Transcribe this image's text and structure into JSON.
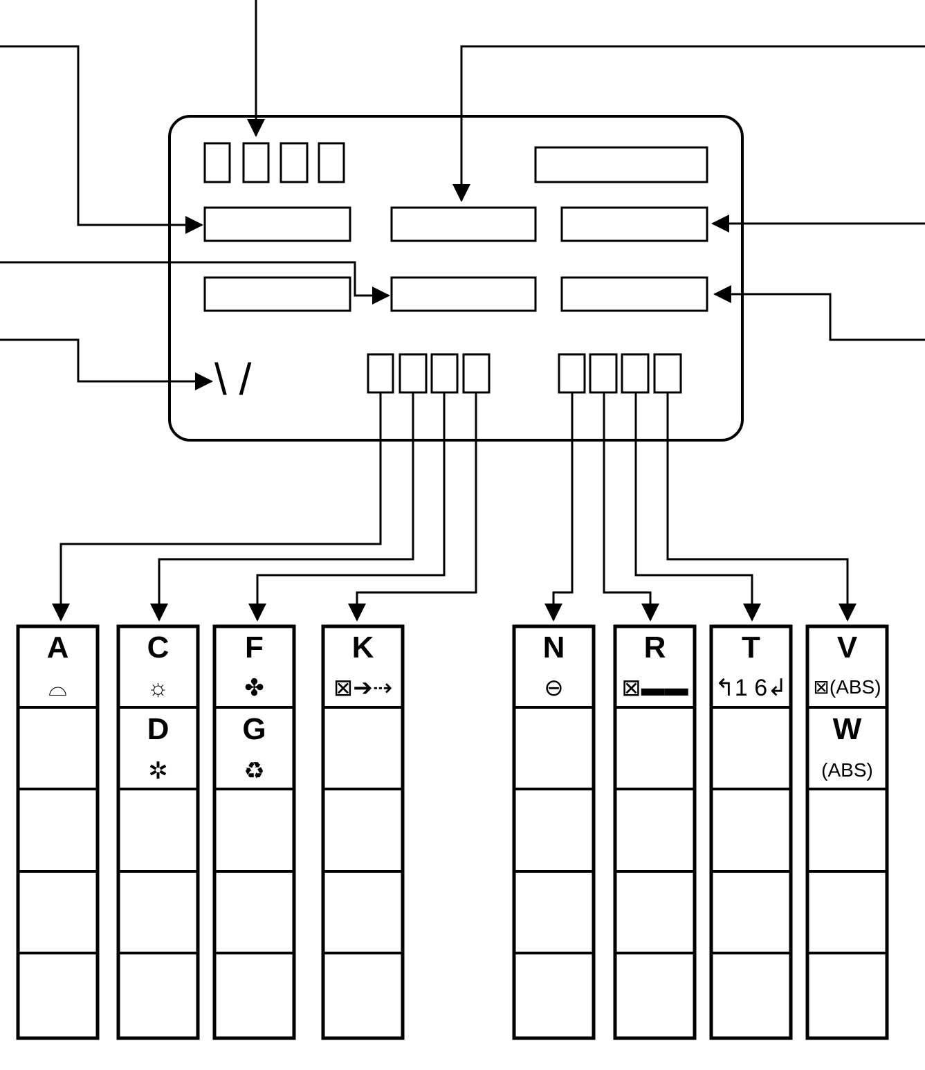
{
  "diagram": {
    "display_glyph": "\\ /",
    "columns": [
      {
        "letter": "A",
        "symbol_icon": "car-on-lift-icon",
        "symbol_glyph": "⌓"
      },
      {
        "letter": "C",
        "symbol_icon": "sun-lamp-icon",
        "symbol_glyph": "☼",
        "second_letter": "D",
        "second_symbol_icon": "converging-arrows-icon",
        "second_symbol_glyph": "✲"
      },
      {
        "letter": "F",
        "symbol_icon": "fan-icon",
        "symbol_glyph": "✤",
        "second_letter": "G",
        "second_symbol_icon": "recirculation-icon",
        "second_symbol_glyph": "♻"
      },
      {
        "letter": "K",
        "symbol_icon": "connector-fault-icon",
        "symbol_glyph": "⊠➔⇢"
      },
      {
        "letter": "N",
        "symbol_icon": "circle-minus-icon",
        "symbol_glyph": "⊖"
      },
      {
        "letter": "R",
        "symbol_icon": "cable-plug-fault-icon",
        "symbol_glyph": "⊠▬▬"
      },
      {
        "letter": "T",
        "symbol_icon": "turn-signal-icon",
        "symbol_glyph": "↰1 6↲"
      },
      {
        "letter": "V",
        "symbol_text": "⊠(ABS)",
        "second_letter": "W",
        "second_symbol_text": "(ABS)"
      }
    ]
  }
}
